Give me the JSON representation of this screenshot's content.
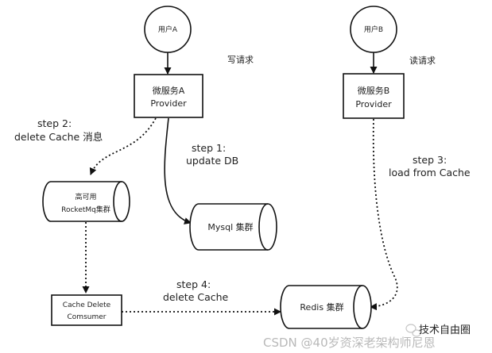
{
  "nodes": {
    "user_a": "用户A",
    "user_b": "用户B",
    "service_a": [
      "微服务A",
      "Provider"
    ],
    "service_b": [
      "微服务B",
      "Provider"
    ],
    "rocketmq": [
      "高可用",
      "RocketMq集群"
    ],
    "mysql": "Mysql 集群",
    "redis": "Redis 集群",
    "cache_delete": [
      "Cache Delete",
      "Comsumer"
    ]
  },
  "labels": {
    "write_request": "写请求",
    "read_request": "读请求",
    "step1": [
      "step 1:",
      "update DB"
    ],
    "step2": [
      "step 2:",
      "delete Cache 消息"
    ],
    "step3": [
      "step 3:",
      "load from Cache"
    ],
    "step4": [
      "step 4:",
      "delete Cache"
    ]
  },
  "watermark": {
    "csdn": "CSDN @40岁资深老架构师尼恩",
    "brand": "技术自由圈"
  }
}
